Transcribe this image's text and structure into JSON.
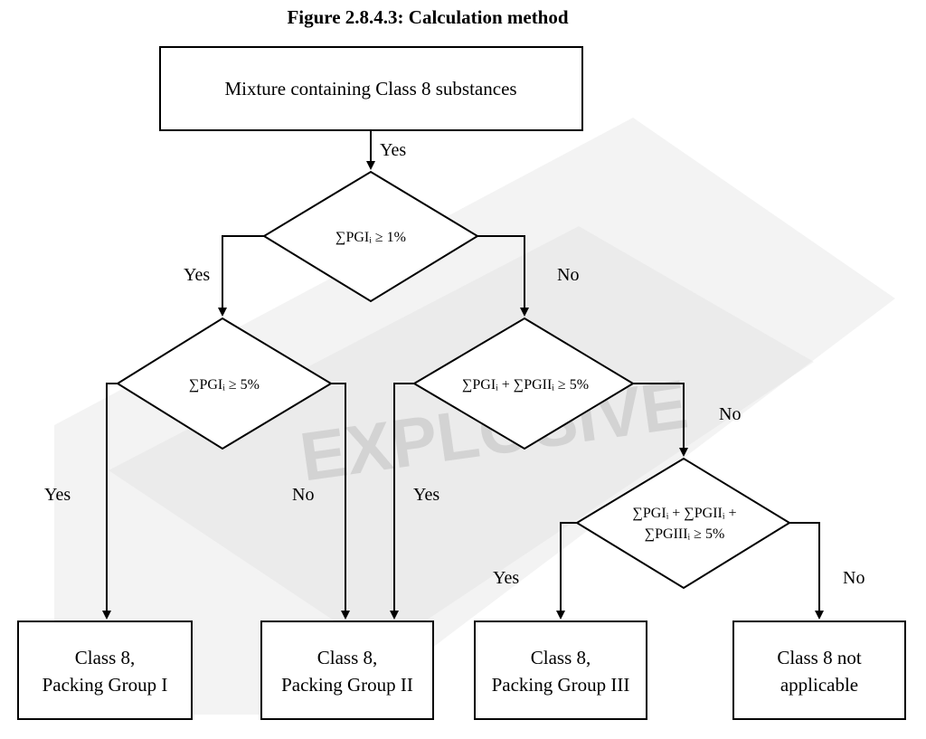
{
  "title": "Figure 2.8.4.3: Calculation method",
  "watermark_text": "EXPLOSIVE",
  "nodes": {
    "start": "Mixture containing Class 8 substances",
    "d1": "∑PGIᵢ ≥ 1%",
    "d2": "∑PGIᵢ ≥ 5%",
    "d3": "∑PGIᵢ + ∑PGIIᵢ ≥ 5%",
    "d4_line1": "∑PGIᵢ + ∑PGIIᵢ +",
    "d4_line2": "∑PGIIIᵢ ≥ 5%",
    "out1_line1": "Class 8,",
    "out1_line2": "Packing Group I",
    "out2_line1": "Class 8,",
    "out2_line2": "Packing Group II",
    "out3_line1": "Class 8,",
    "out3_line2": "Packing Group III",
    "out4_line1": "Class 8 not",
    "out4_line2": "applicable"
  },
  "labels": {
    "start_yes": "Yes",
    "d1_yes": "Yes",
    "d1_no": "No",
    "d2_yes": "Yes",
    "d2_no": "No",
    "d3_yes": "Yes",
    "d3_no": "No",
    "d4_yes": "Yes",
    "d4_no": "No"
  }
}
